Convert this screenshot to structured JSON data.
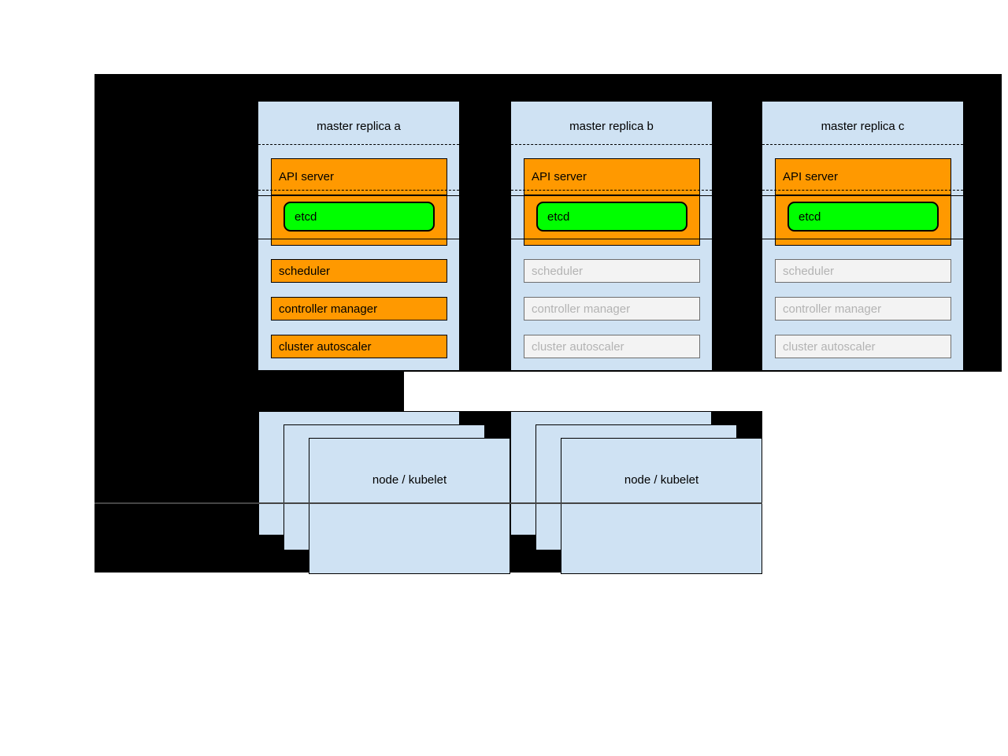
{
  "replicas": [
    {
      "title": "master replica a",
      "state": "active"
    },
    {
      "title": "master replica b",
      "state": "standby"
    },
    {
      "title": "master replica c",
      "state": "standby"
    }
  ],
  "labels": {
    "api_server": "API server",
    "etcd": "etcd",
    "scheduler": "scheduler",
    "controller_manager": "controller manager",
    "cluster_autoscaler": "cluster autoscaler"
  },
  "nodes": [
    {
      "label": "node / kubelet"
    },
    {
      "label": "node / kubelet"
    }
  ],
  "colors": {
    "canvas_background": "#000000",
    "page_background": "#ffffff",
    "box_blue": "#cfe2f3",
    "active_orange": "#ff9900",
    "etcd_green": "#00ff00",
    "inactive_fill": "#f3f3f3",
    "inactive_border": "#6e6e6e",
    "inactive_text": "#b3b3b3",
    "line_dark": "#454545"
  }
}
